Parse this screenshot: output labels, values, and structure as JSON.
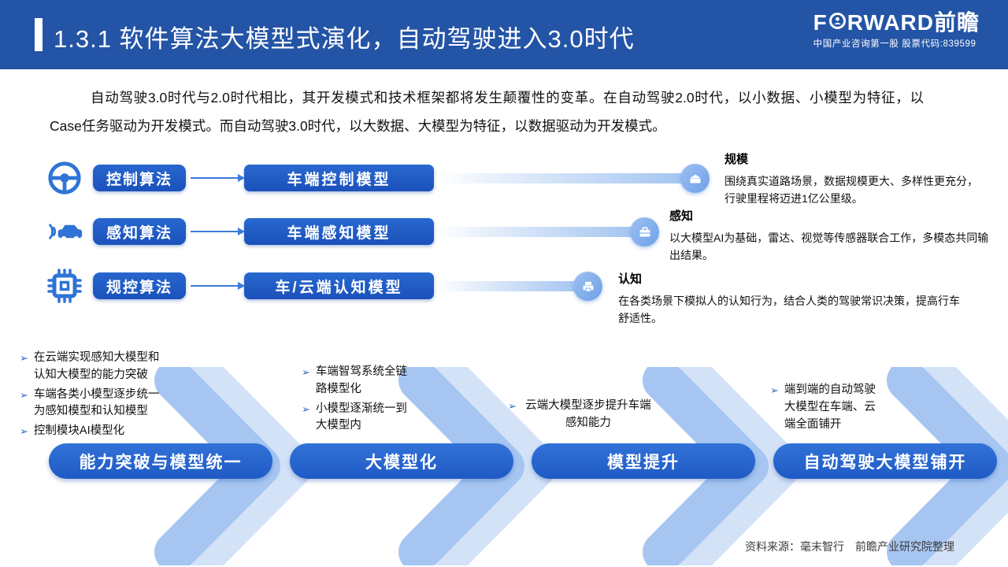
{
  "header": {
    "title": "1.3.1 软件算法大模型式演化，自动驾驶进入3.0时代",
    "logo_prefix": "F",
    "logo_suffix": "RWARD前瞻",
    "logo_tagline": "中国产业咨询第一股 股票代码:839599"
  },
  "intro": "自动驾驶3.0时代与2.0时代相比，其开发模式和技术框架都将发生颠覆性的变革。在自动驾驶2.0时代，以小数据、小模型为特征，以Case任务驱动为开发模式。而自动驾驶3.0时代，以大数据、大模型为特征，以数据驱动为开发模式。",
  "flow_rows": [
    {
      "algo": "控制算法",
      "model": "车端控制模型",
      "result_title": "规模",
      "result_desc": "围绕真实道路场景，数据规模更大、多样性更充分，行驶里程将迈进1亿公里级。"
    },
    {
      "algo": "感知算法",
      "model": "车端感知模型",
      "result_title": "感知",
      "result_desc": "以大模型AI为基础，雷达、视觉等传感器联合工作，多模态共同输出结果。"
    },
    {
      "algo": "规控算法",
      "model": "车/云端认知模型",
      "result_title": "认知",
      "result_desc": "在各类场景下模拟人的认知行为，结合人类的驾驶常识决策，提高行车舒适性。"
    }
  ],
  "stages": [
    {
      "label": "能力突破与模型统一",
      "bullets": [
        "在云端实现感知大模型和认知大模型的能力突破",
        "车端各类小模型逐步统一为感知模型和认知模型",
        "控制模块AI模型化"
      ]
    },
    {
      "label": "大模型化",
      "bullets": [
        "车端智驾系统全链路模型化",
        "小模型逐渐统一到大模型内"
      ]
    },
    {
      "label": "模型提升",
      "bullets": [
        "云端大模型逐步提升车端感知能力"
      ]
    },
    {
      "label": "自动驾驶大模型铺开",
      "bullets": [
        "端到端的自动驾驶大模型在车端、云端全面铺开"
      ]
    }
  ],
  "footer": {
    "source": "资料来源：毫末智行　前瞻产业研究院整理"
  },
  "icons": {
    "bullet_marker": "➢",
    "row_icons": [
      "steering-wheel",
      "car-sensor",
      "chip"
    ],
    "result_icons": [
      "inbox",
      "briefcase",
      "printer"
    ]
  },
  "colors": {
    "header_bg": "#2454A6",
    "deep_blue": "#1E5CC8",
    "icon_blue": "#2E74D6",
    "arrow_light": "#A6C6F1",
    "arrow_pale": "#D3E2F7",
    "circle_fill": "#7FAEEC",
    "banner_blue": "#2663CA"
  }
}
